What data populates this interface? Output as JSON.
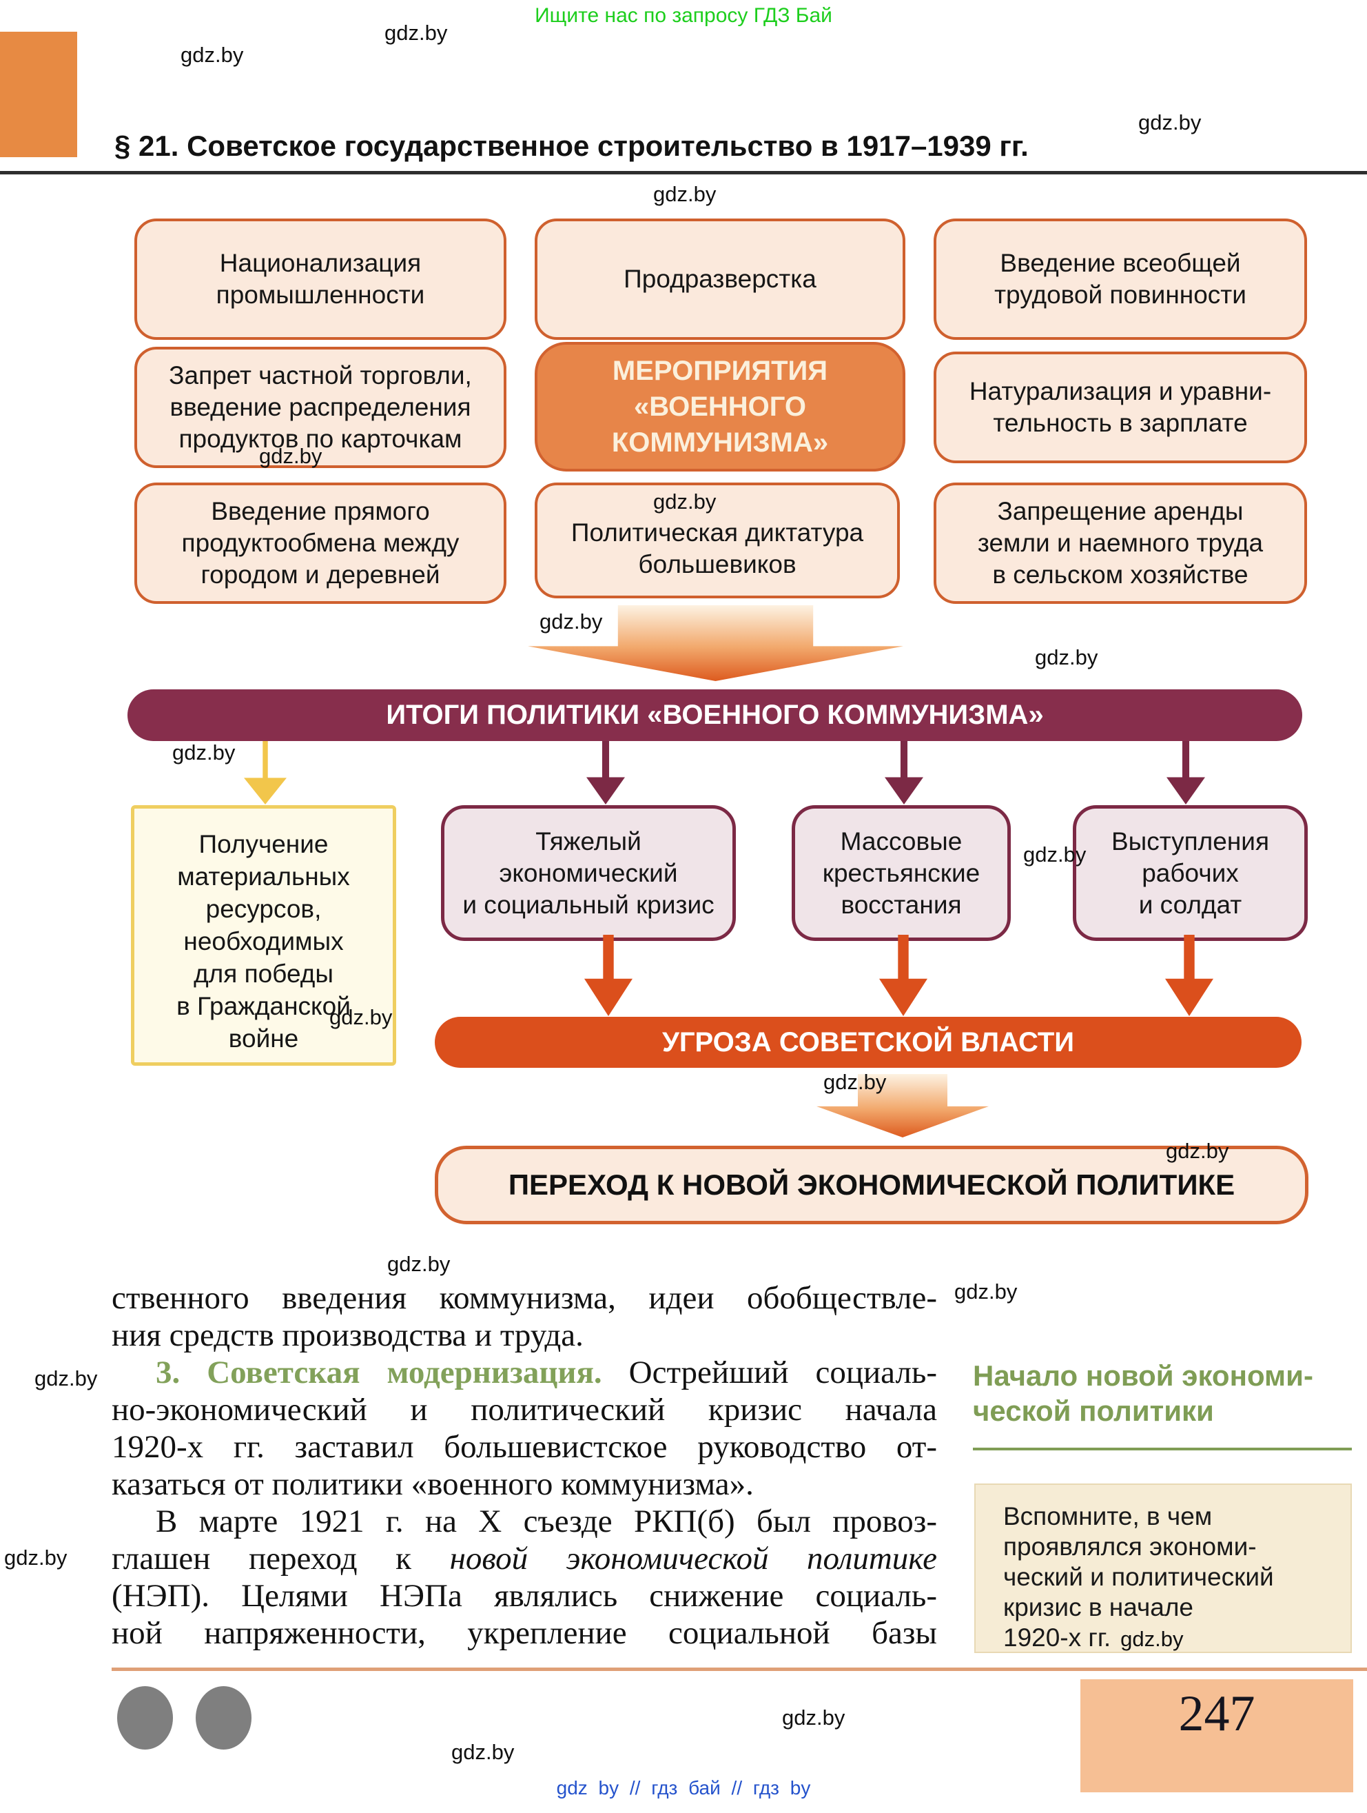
{
  "promo": {
    "top_text": "Ищите нас по запросу ГДЗ Бай",
    "footer_links": "gdz by // гдз бай // гдз by"
  },
  "watermark": "gdz.by",
  "page": {
    "number": "247"
  },
  "header": {
    "title": "§ 21. Советское государственное строительство в 1917–1939 гг."
  },
  "diagram": {
    "center": [
      "МЕРОПРИЯТИЯ",
      "«ВОЕННОГО",
      "КОММУНИЗМА»"
    ],
    "measures": [
      [
        "Национализация",
        "промышленности"
      ],
      [
        "Продразверстка"
      ],
      [
        "Введение всеобщей",
        "трудовой повинности"
      ],
      [
        "Запрет частной торговли,",
        "введение распределения",
        "продуктов по карточкам"
      ],
      [
        "Натурализация и уравни-",
        "тельность в зарплате"
      ],
      [
        "Введение прямого",
        "продуктообмена между",
        "городом и деревней"
      ],
      [
        "Политическая диктатура",
        "большевиков"
      ],
      [
        "Запрещение аренды",
        "земли и наемного труда",
        "в сельском хозяйстве"
      ]
    ],
    "results_banner": "ИТОГИ ПОЛИТИКИ «ВОЕННОГО КОММУНИЗМА»",
    "results": [
      [
        "Получение",
        "материальных",
        "ресурсов,",
        "необходимых",
        "для победы",
        "в Гражданской",
        "войне"
      ],
      [
        "Тяжелый",
        "экономический",
        "и социальный кризис"
      ],
      [
        "Массовые",
        "крестьянские",
        "восстания"
      ],
      [
        "Выступления",
        "рабочих",
        "и солдат"
      ]
    ],
    "threat_banner": "УГРОЗА СОВЕТСКОЙ ВЛАСТИ",
    "transition": "ПЕРЕХОД К НОВОЙ ЭКОНОМИЧЕСКОЙ ПОЛИТИКЕ"
  },
  "body": {
    "l1": "ственного введения коммунизма, идеи обобществле-",
    "l2": "ния средств производства и труда.",
    "l3_heading": "3. Советская модернизация.",
    "l3_rest": " Острейший социаль-",
    "l4": "но-экономический и политический кризис начала",
    "l5": "1920-х гг. заставил большевистское руководство от-",
    "l6": "казаться от политики «военного коммунизма».",
    "l7": "В марте 1921 г. на X съезде РКП(б) был провоз-",
    "l8_pre": "глашен переход к ",
    "l8_italic": "новой экономической политике",
    "l9": "(НЭП). Целями НЭПа являлись снижение социаль-",
    "l10": "ной напряженности, укрепление социальной базы"
  },
  "sidebar": {
    "heading_line1": "Начало новой экономи-",
    "heading_line2": "ческой политики",
    "note_l1": "Вспомните, в чем",
    "note_l2": "проявлялся экономи-",
    "note_l3": "ческий и политический",
    "note_l4": "кризис в начале",
    "note_l5": "1920-х гг."
  },
  "colors": {
    "accent_orange": "#d2622f",
    "box_fill": "#fbe9dc",
    "center_box_fill": "#e78549",
    "maroon": "#872e4c",
    "threat_orange": "#db4f1c",
    "yellow": "#f2c64b",
    "green_heading": "#7f9d55",
    "promo_green": "#1dce1d",
    "link_blue": "#2553cc",
    "page_block": "#f6bf94"
  }
}
